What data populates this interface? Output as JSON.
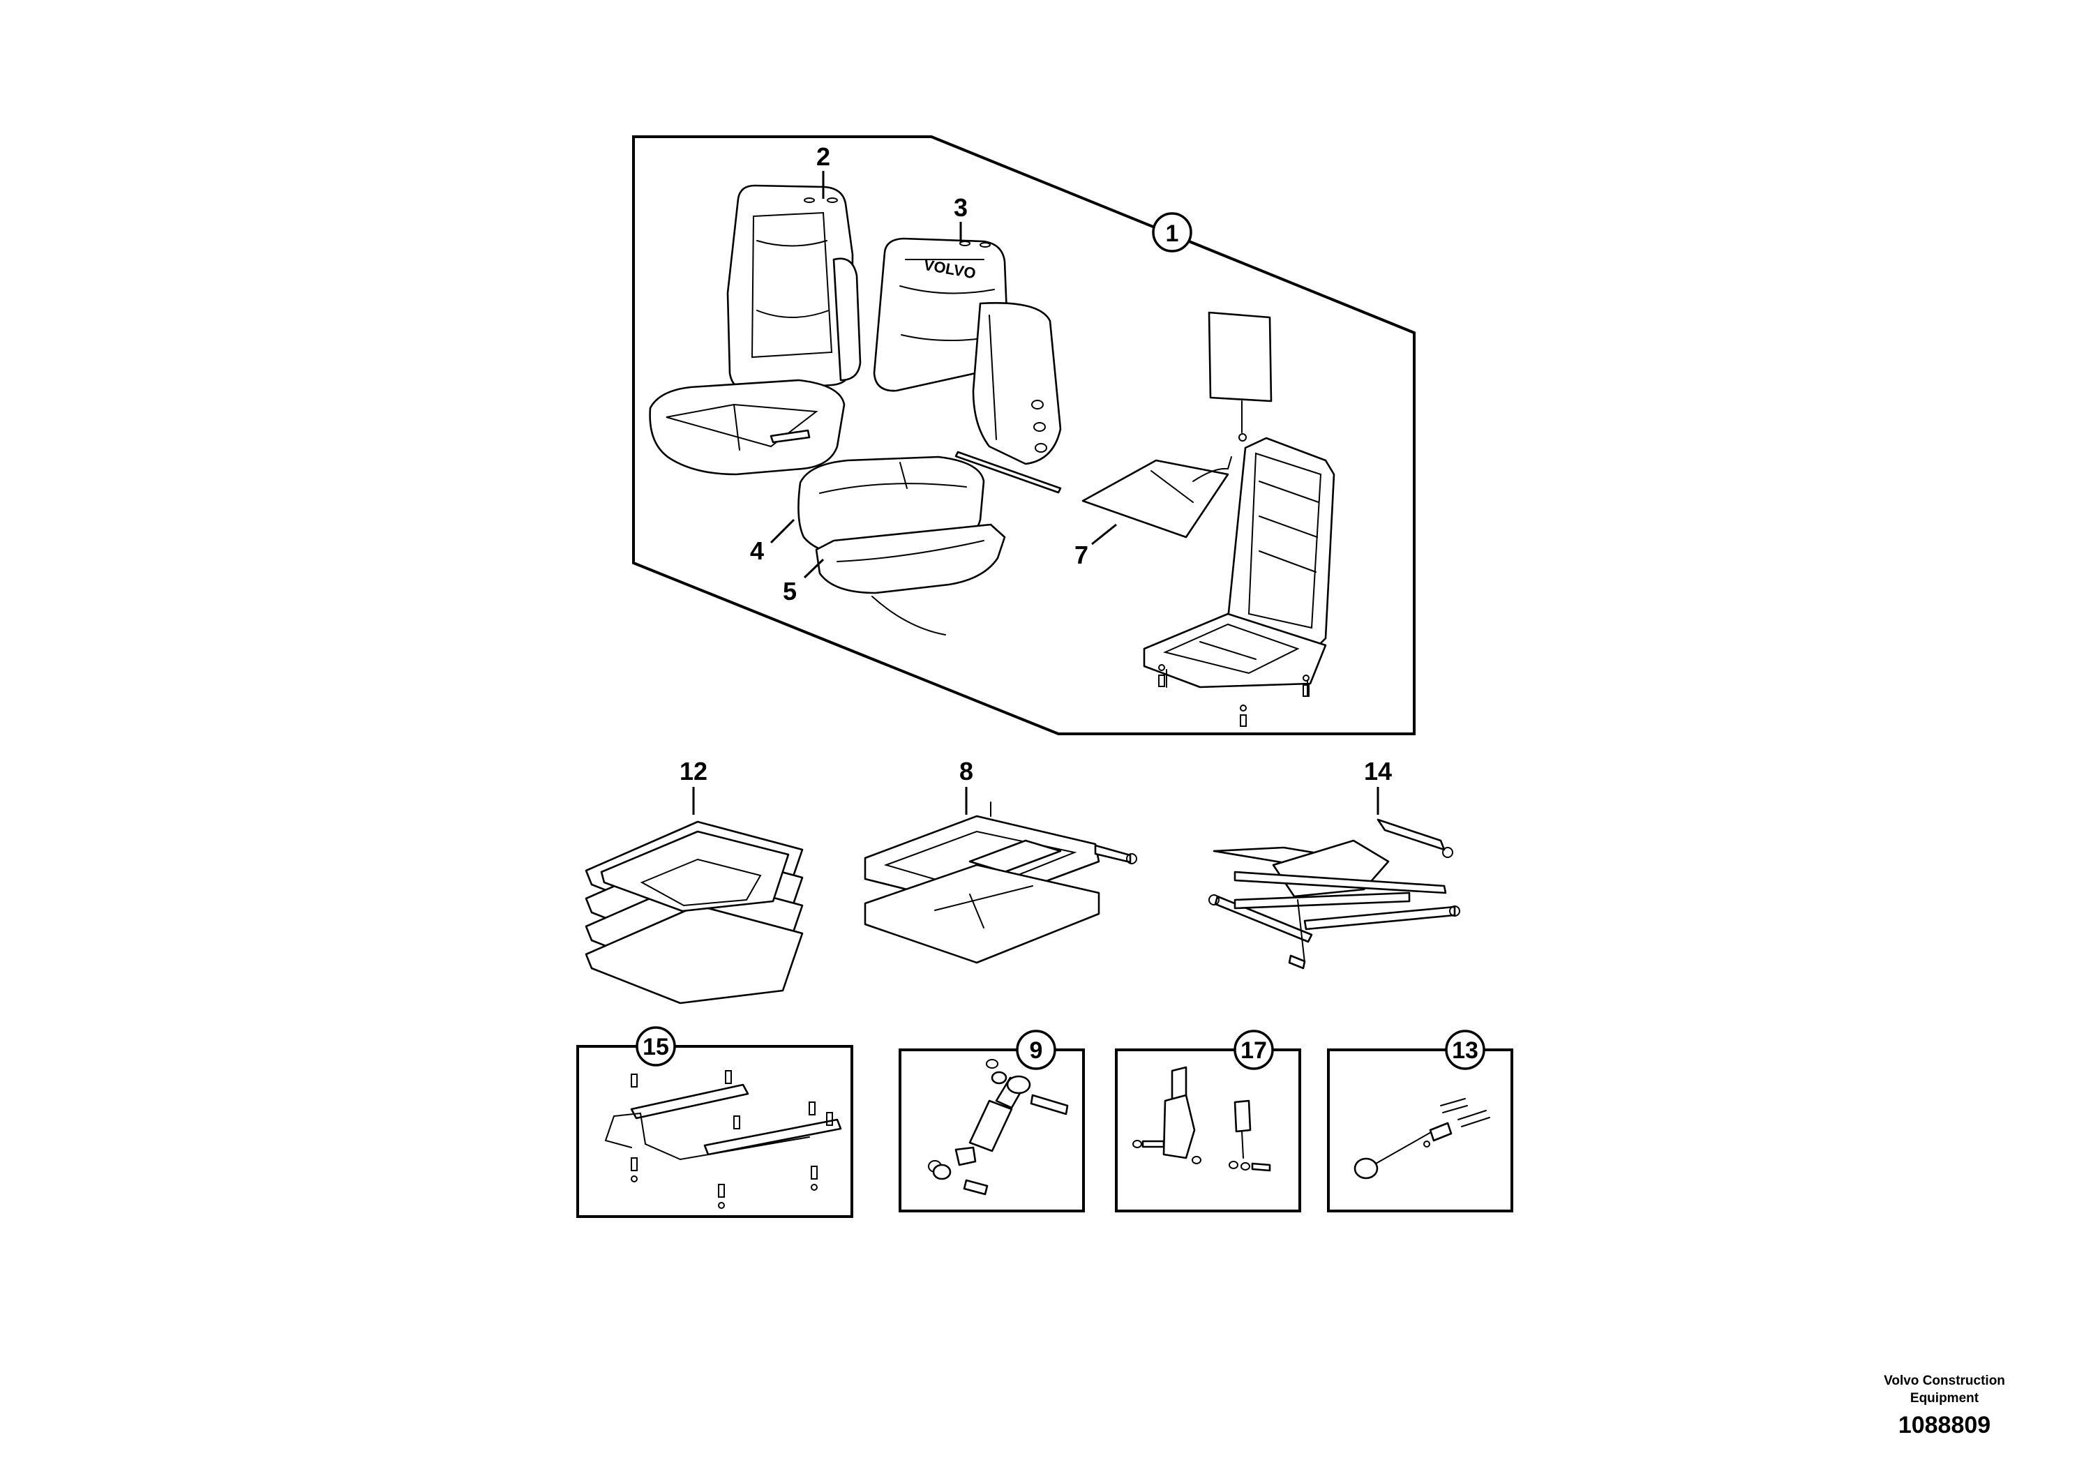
{
  "footer": {
    "company_line1": "Volvo Construction",
    "company_line2": "Equipment",
    "drawing_number": "1088809"
  },
  "labels": {
    "seat_assembly": "1",
    "backrest_cushion": "2",
    "backrest_cover": "3",
    "seat_cushion_cover": "4",
    "seat_cushion": "5",
    "heater_element": "7",
    "suspension": "8",
    "shock_absorber": "9",
    "bellows": "12",
    "console_kit": "13",
    "scissor_frame": "14",
    "slide_rails": "15",
    "seat_belt": "17"
  }
}
